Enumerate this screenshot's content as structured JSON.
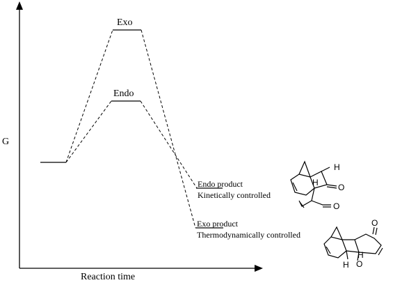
{
  "axes": {
    "y_label": "G",
    "x_label": "Reaction time"
  },
  "levels": {
    "exo_ts": "Exo",
    "endo_ts": "Endo"
  },
  "products": {
    "endo": {
      "name": "Endo product",
      "control": "Kinetically controlled"
    },
    "exo": {
      "name": "Exo product",
      "control": "Thermodynamically controlled"
    }
  },
  "molecules": {
    "endo": {
      "h_atom": "H",
      "h_atom_2": "H",
      "o_atom": "O",
      "o_atom_2": "O"
    },
    "exo": {
      "h_atom": "H",
      "h_atom_2": "H",
      "o_atom": "O",
      "o_atom_2": "O"
    }
  }
}
